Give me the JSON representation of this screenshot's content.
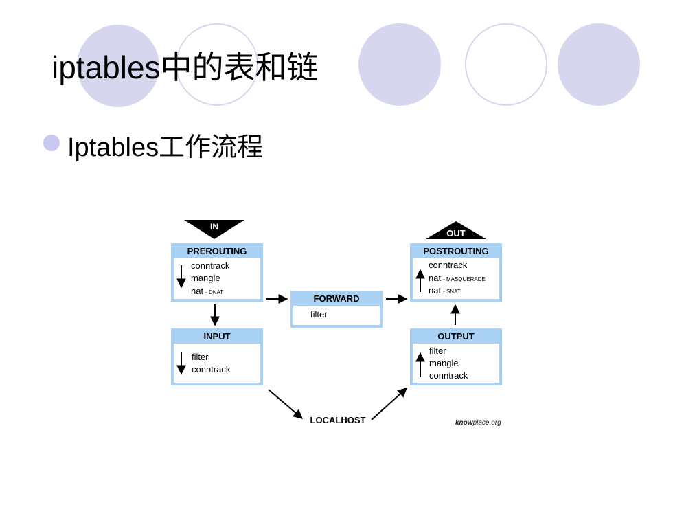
{
  "slide": {
    "title": "iptables中的表和链",
    "bullet": "Iptables工作流程"
  },
  "diagram": {
    "in_label": "IN",
    "out_label": "OUT",
    "prerouting": {
      "title": "PREROUTING",
      "items": [
        "conntrack",
        "mangle",
        "nat"
      ],
      "nat_suffix": "- DNAT"
    },
    "forward": {
      "title": "FORWARD",
      "items": [
        "filter"
      ]
    },
    "postrouting": {
      "title": "POSTROUTING",
      "items": [
        "conntrack",
        "nat",
        "nat"
      ],
      "nat1_suffix": "- MASQUERADE",
      "nat2_suffix": "- SNAT"
    },
    "input": {
      "title": "INPUT",
      "items": [
        "filter",
        "conntrack"
      ]
    },
    "output": {
      "title": "OUTPUT",
      "items": [
        "filter",
        "mangle",
        "conntrack"
      ]
    },
    "localhost": "LOCALHOST",
    "credit_bold": "know",
    "credit_rest": "place.org"
  },
  "colors": {
    "circle_fill": "#d6d6ee",
    "box_header": "#a9d2f5",
    "box_border": "#a9d2f5"
  }
}
